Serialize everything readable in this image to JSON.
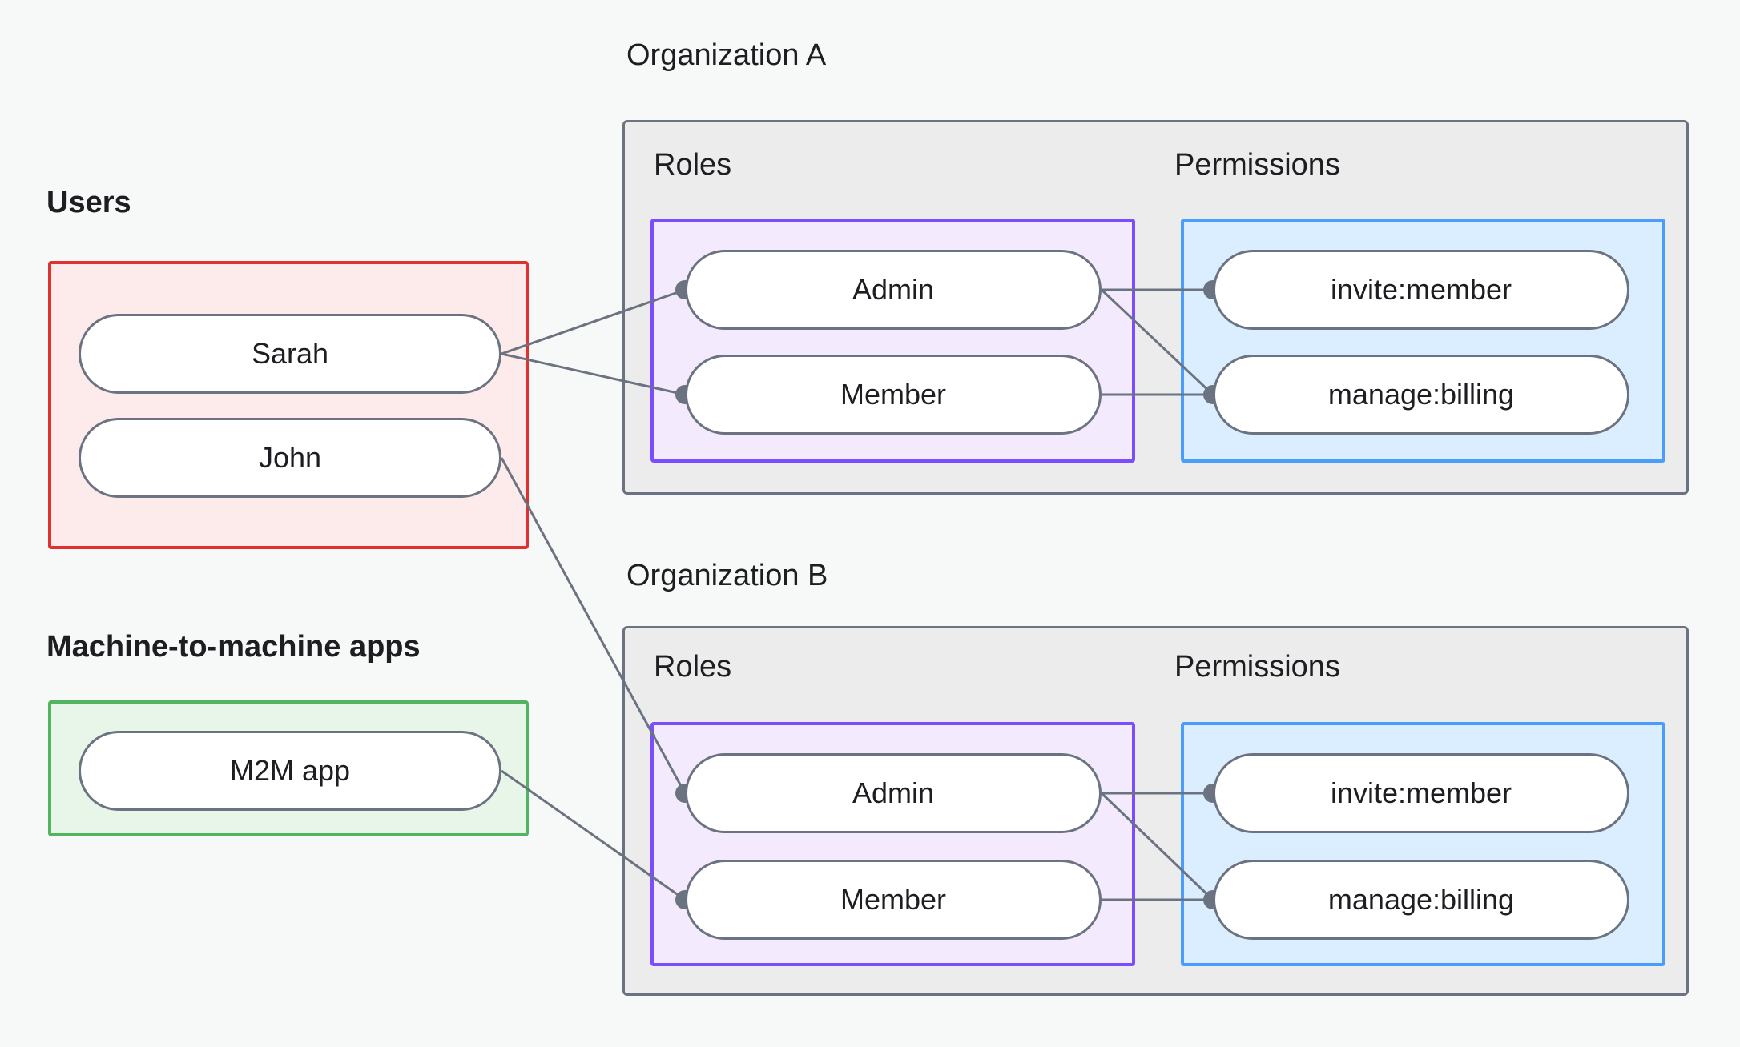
{
  "diagram": {
    "title_users": "Users",
    "title_m2m": "Machine-to-machine apps",
    "title_org_a": "Organization A",
    "title_org_b": "Organization B",
    "label_roles": "Roles",
    "label_permissions": "Permissions",
    "users": [
      {
        "label": "Sarah"
      },
      {
        "label": "John"
      }
    ],
    "m2m_apps": [
      {
        "label": "M2M app"
      }
    ],
    "org_a": {
      "roles": [
        {
          "label": "Admin"
        },
        {
          "label": "Member"
        }
      ],
      "permissions": [
        {
          "label": "invite:member"
        },
        {
          "label": "manage:billing"
        }
      ]
    },
    "org_b": {
      "roles": [
        {
          "label": "Admin"
        },
        {
          "label": "Member"
        }
      ],
      "permissions": [
        {
          "label": "invite:member"
        },
        {
          "label": "manage:billing"
        }
      ]
    },
    "colors": {
      "background": "#f7f8f8",
      "users_border": "#e03131",
      "users_fill": "#fdeaea",
      "m2m_border": "#52b45f",
      "m2m_fill": "#e8f6ea",
      "roles_border": "#7c4dff",
      "roles_fill": "#f3ebfd",
      "permissions_border": "#4a9dfb",
      "permissions_fill": "#dbeeff",
      "org_border": "#6b7280",
      "org_fill": "#ececec",
      "node_border": "#6b7280",
      "node_fill": "#ffffff",
      "edge": "#6b7280",
      "text": "#1c1e21"
    },
    "edges": [
      {
        "from": "Sarah",
        "to": "Organization A / Admin"
      },
      {
        "from": "Sarah",
        "to": "Organization A / Member"
      },
      {
        "from": "John",
        "to": "Organization B / Admin"
      },
      {
        "from": "Organization A / Admin",
        "to": "Organization A / invite:member"
      },
      {
        "from": "Organization A / Admin",
        "to": "Organization A / manage:billing"
      },
      {
        "from": "Organization A / Member",
        "to": "Organization A / manage:billing"
      },
      {
        "from": "Organization B / Admin",
        "to": "Organization B / invite:member"
      },
      {
        "from": "Organization B / Admin",
        "to": "Organization B / manage:billing"
      },
      {
        "from": "Organization B / Member",
        "to": "Organization B / manage:billing"
      },
      {
        "from": "M2M app",
        "to": "Organization B / Member"
      }
    ]
  }
}
